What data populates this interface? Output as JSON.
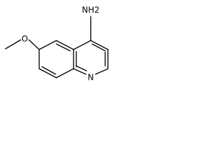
{
  "molecule": {
    "labels": {
      "amine": "NH2",
      "ring_nitrogen": "N",
      "ether_oxygen": "O"
    }
  }
}
